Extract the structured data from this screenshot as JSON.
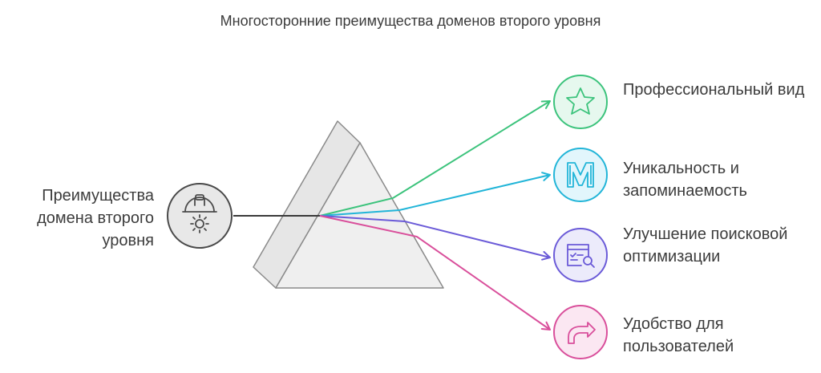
{
  "title": "Многосторонние преимущества доменов второго уровня",
  "source": {
    "label": "Преимущества домена второго уровня",
    "icon": "worker-helmet-gear-icon",
    "color": "#4a4a4a"
  },
  "outputs": [
    {
      "label": "Профессиональный вид",
      "icon": "star-icon",
      "color": "#3cc37c",
      "fill": "#e6f8ee"
    },
    {
      "label": "Уникальность и запоминаемость",
      "icon": "letter-m-icon",
      "color": "#22b5d8",
      "fill": "#e2f6fc"
    },
    {
      "label": "Улучшение поисковой оптимизации",
      "icon": "search-document-icon",
      "color": "#6b5bd8",
      "fill": "#ecebfb"
    },
    {
      "label": "Удобство для пользователей",
      "icon": "redo-arrow-icon",
      "color": "#d94f9b",
      "fill": "#fbe7f2"
    }
  ]
}
